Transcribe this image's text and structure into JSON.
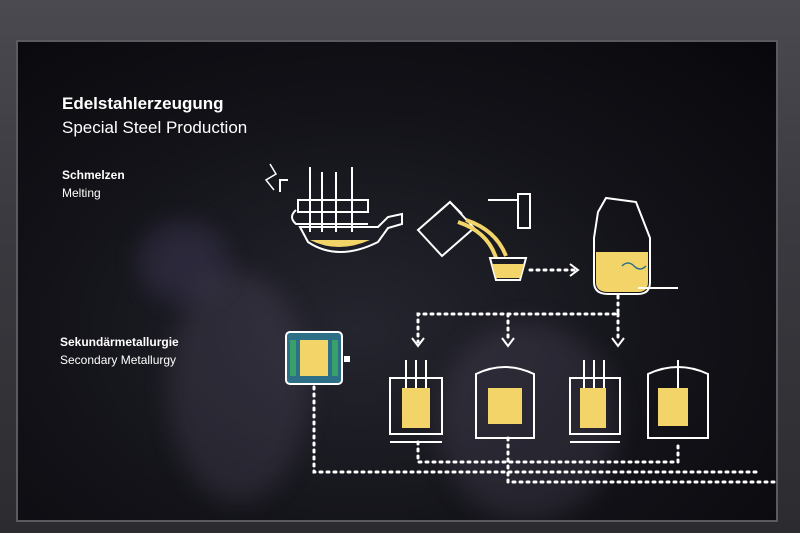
{
  "header": {
    "title_de": "Edelstahlerzeugung",
    "title_en": "Special Steel Production"
  },
  "sections": {
    "melting": {
      "label_de": "Schmelzen",
      "label_en": "Melting"
    },
    "secondary": {
      "label_de": "Sekundärmetallurgie",
      "label_en": "Secondary Metallurgy"
    }
  },
  "colors": {
    "molten": "#f2d469",
    "molten_light": "#fff3a8",
    "line": "#ffffff",
    "vessel_blue": "#2d6f86",
    "vessel_green": "#3aa06a"
  },
  "icons": [
    "electric-arc-furnace-icon",
    "ladle-pour-icon",
    "converter-icon",
    "vacuum-vessel-icon",
    "ladle-station-icon"
  ]
}
